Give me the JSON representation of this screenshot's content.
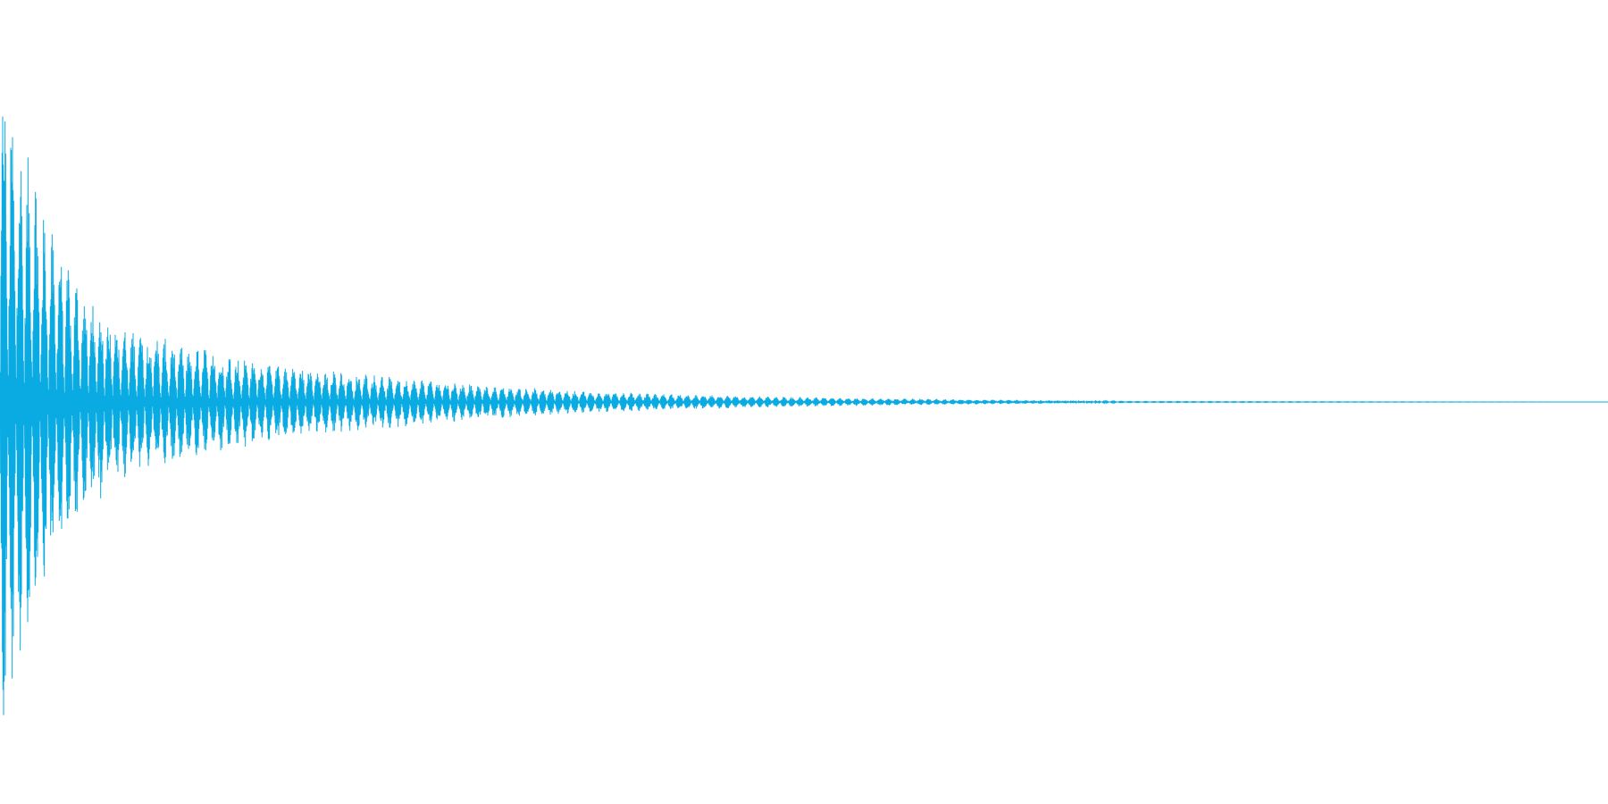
{
  "chart_data": {
    "type": "line",
    "description_free": true,
    "title": "",
    "xlabel": "",
    "ylabel": "",
    "grid": false,
    "legend": "none",
    "color": "#0aabe2",
    "ylim": [
      -1,
      1
    ],
    "x": [
      0,
      1
    ],
    "series": [
      {
        "envelope": {
          "time": [
            0.0,
            0.002,
            0.006,
            0.012,
            0.02,
            0.03,
            0.045,
            0.06,
            0.08,
            0.1,
            0.13,
            0.16,
            0.2,
            0.25,
            0.3,
            0.36,
            0.42,
            0.48,
            0.54,
            0.6,
            0.66,
            0.7,
            1.0
          ],
          "peak": [
            0.98,
            0.92,
            0.78,
            0.72,
            0.6,
            0.46,
            0.34,
            0.26,
            0.2,
            0.17,
            0.14,
            0.11,
            0.085,
            0.065,
            0.045,
            0.03,
            0.02,
            0.014,
            0.01,
            0.007,
            0.004,
            0.001,
            0.0
          ]
        }
      }
    ]
  }
}
